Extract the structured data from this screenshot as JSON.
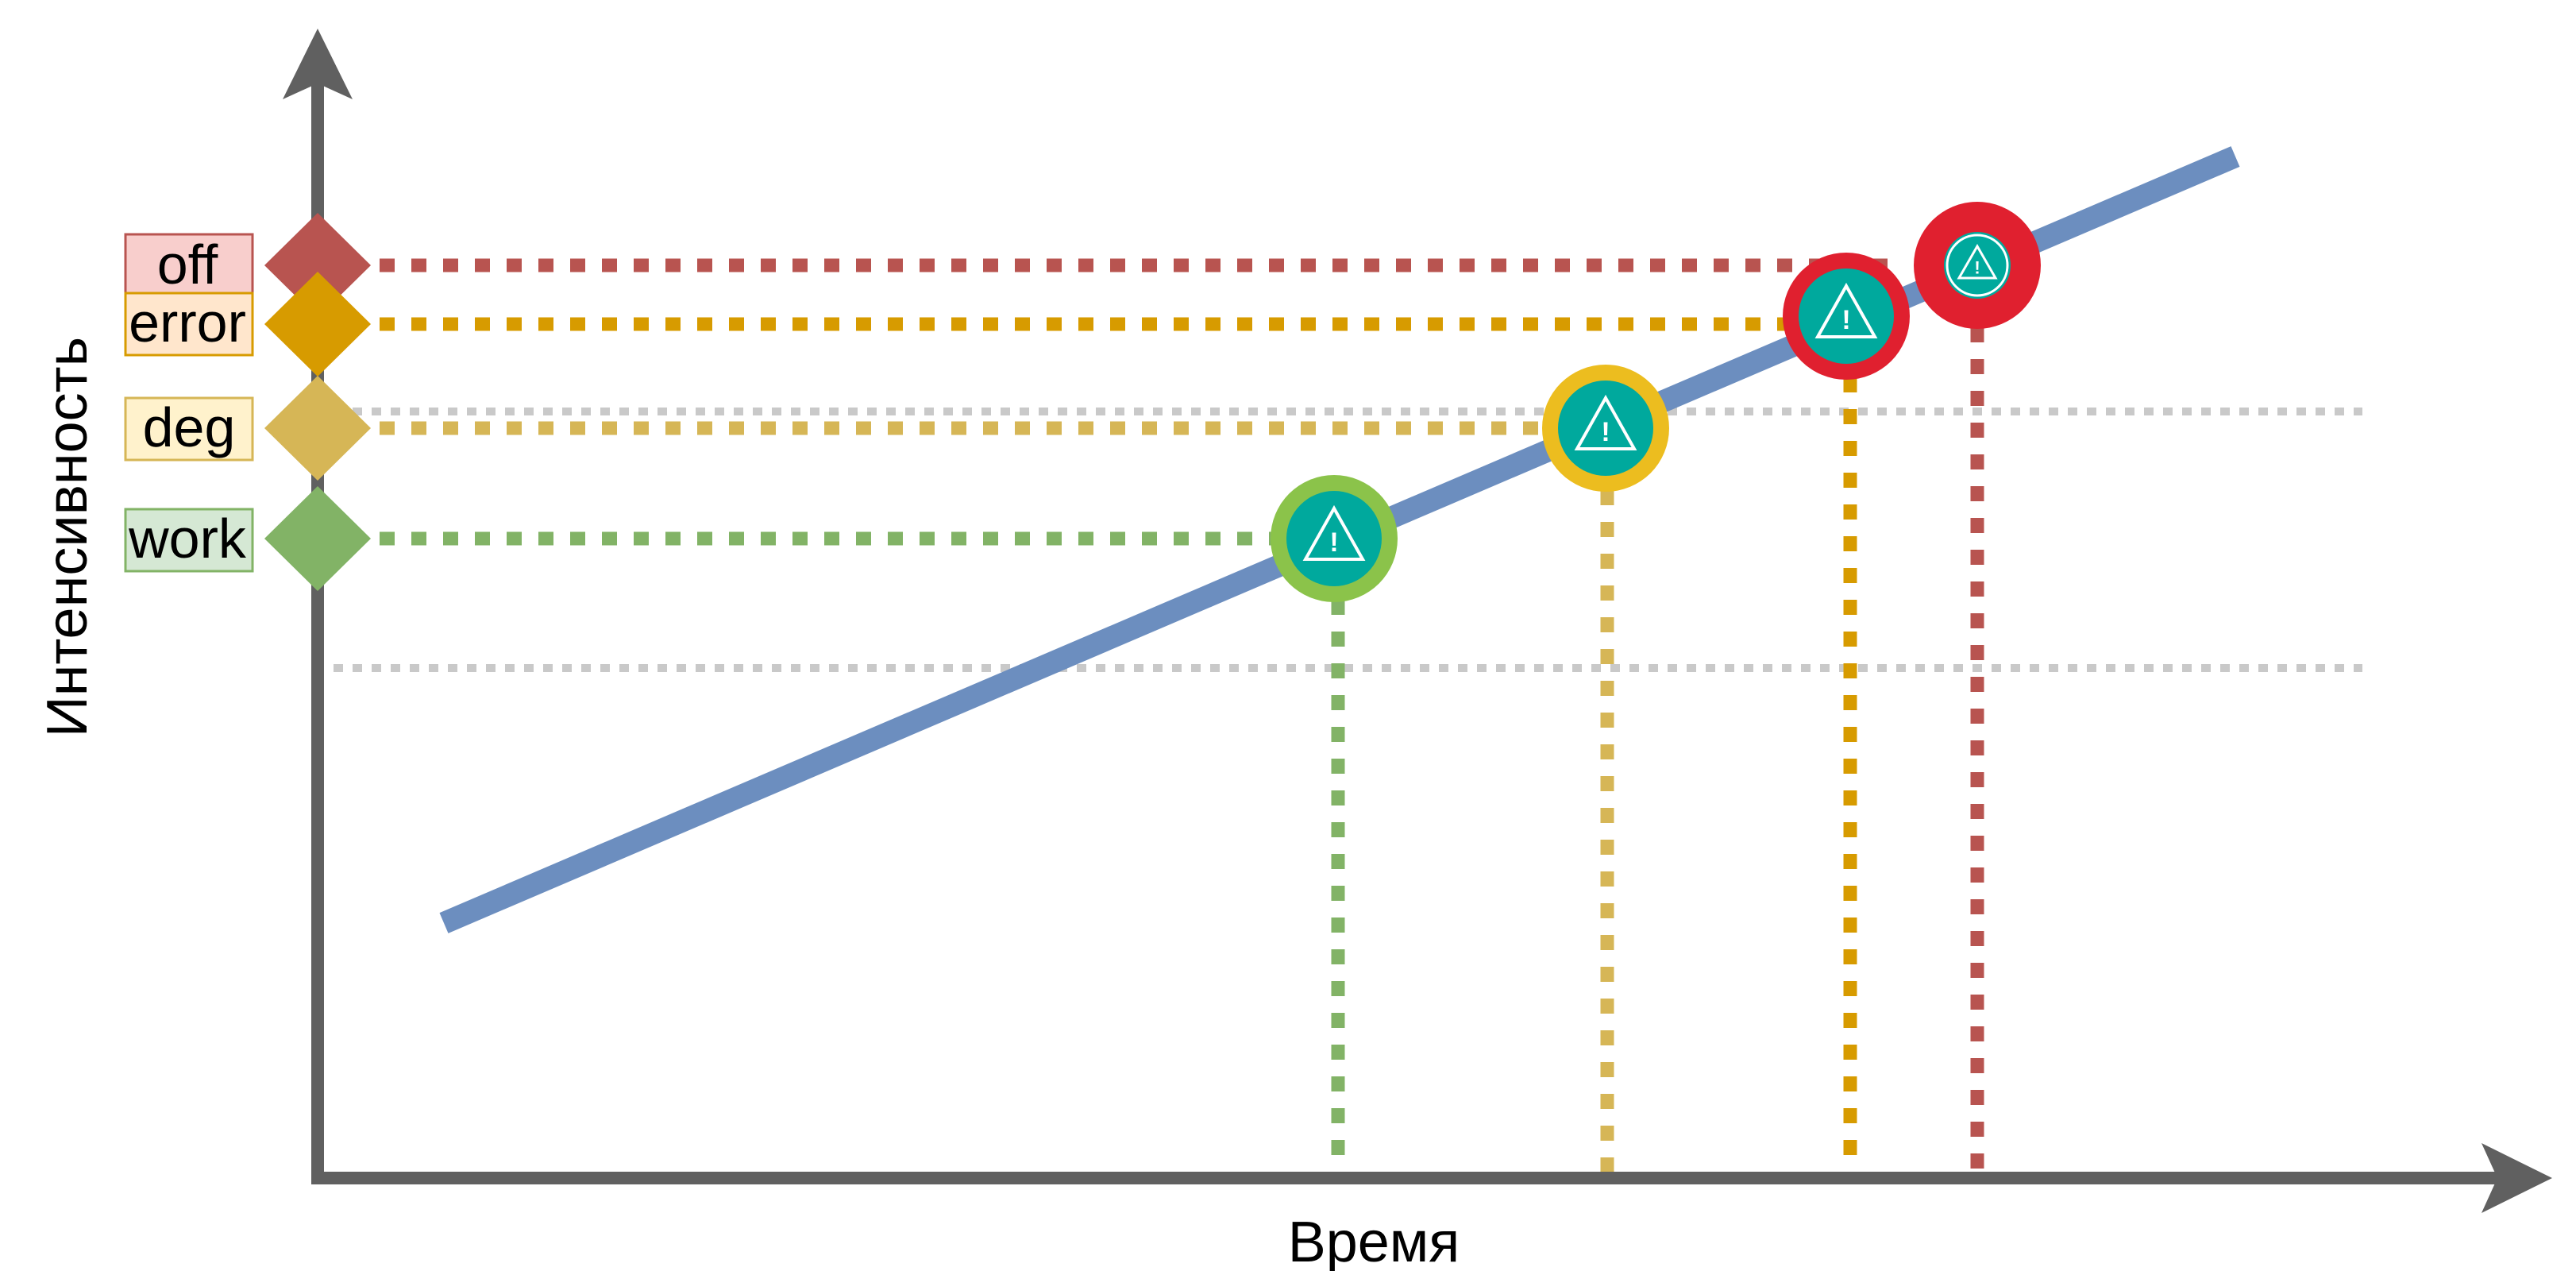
{
  "axes": {
    "x_label": "Время",
    "y_label": "Интенсивность"
  },
  "trend": {
    "color": "#6c8ebf"
  },
  "levels": [
    {
      "id": "off",
      "label": "off",
      "color": "#b85450",
      "box_fill": "#f8cecc",
      "box_stroke": "#b85450"
    },
    {
      "id": "error",
      "label": "error",
      "color": "#d79b00",
      "box_fill": "#ffe6cc",
      "box_stroke": "#d79b00"
    },
    {
      "id": "deg",
      "label": "deg",
      "color": "#d6b656",
      "box_fill": "#fff2cc",
      "box_stroke": "#d6b656"
    },
    {
      "id": "work",
      "label": "work",
      "color": "#82b366",
      "box_fill": "#d5e8d4",
      "box_stroke": "#82b366"
    }
  ],
  "markers": [
    {
      "level": "work",
      "ring_color": "#8bc34a",
      "center_color": "#00a99d",
      "icon": "warning-triangle-icon",
      "glyph": "!"
    },
    {
      "level": "deg",
      "ring_color": "#ecbd1f",
      "center_color": "#00a99d",
      "icon": "warning-triangle-icon",
      "glyph": "!"
    },
    {
      "level": "error",
      "ring_color": "#e0202f",
      "center_color": "#00a99d",
      "icon": "warning-triangle-icon",
      "glyph": "!"
    },
    {
      "level": "off",
      "ring_color": "#e0202f",
      "center_color": "#00a99d",
      "icon": "warning-triangle-icon",
      "glyph": "!"
    }
  ],
  "colors": {
    "axis": "#606060",
    "guide": "#c9c9c9"
  }
}
